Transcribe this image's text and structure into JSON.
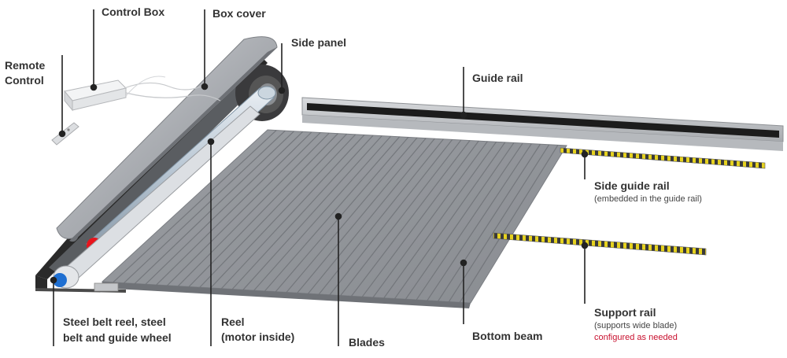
{
  "labels": {
    "control_box": "Control Box",
    "box_cover": "Box cover",
    "side_panel": "Side panel",
    "remote_line1": "Remote",
    "remote_line2": "Control",
    "guide_rail": "Guide rail",
    "side_guide_rail": "Side guide rail",
    "side_guide_rail_note": "(embedded in the guide rail)",
    "steel_belt_line1": "Steel belt reel, steel",
    "steel_belt_line2": "belt and guide wheel",
    "reel_line1": "Reel",
    "reel_line2": "(motor inside)",
    "blades": "Blades",
    "bottom_beam": "Bottom beam",
    "support_rail": "Support rail",
    "support_rail_note": "(supports wide blade)",
    "support_rail_note2": "configured as needed"
  },
  "colors": {
    "label_text": "#333333",
    "leader_line": "#222222",
    "accent_red": "#c8102e",
    "reel_red_cap": "#e8141c",
    "wheel_blue_cap": "#1f6fd1",
    "blade_grey": "#8f9297",
    "rail_dark": "#1c1c1c",
    "rail_yellow": "#e6d21f"
  }
}
